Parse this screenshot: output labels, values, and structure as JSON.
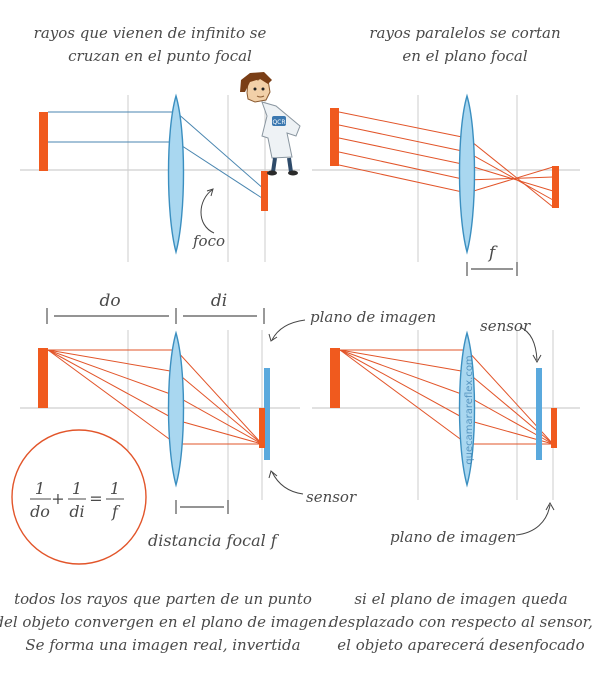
{
  "captions": {
    "top_left": [
      "rayos que vienen de infinito se",
      "cruzan en el punto focal"
    ],
    "top_right": [
      "rayos paralelos se cortan",
      "en el plano focal"
    ],
    "bottom_left": [
      "todos los rayos que parten de un punto",
      "del objeto convergen en el plano de imagen.",
      "Se forma una imagen real, invertida"
    ],
    "bottom_right": [
      "si el plano de imagen queda",
      "desplazado con respecto al sensor,",
      "el objeto aparecerá desenfocado"
    ]
  },
  "labels": {
    "foco": "foco",
    "f": "f",
    "do": "do",
    "di": "di",
    "plano_imagen_left": "plano de imagen",
    "sensor_left": "sensor",
    "distancia_focal": "distancia focal f",
    "sensor_right": "sensor",
    "plano_imagen_right": "plano de imagen",
    "watermark": "quecamarareflex.com",
    "mascot_badge": "QCR"
  },
  "formula": {
    "term1_num": "1",
    "term1_den": "do",
    "plus": "+",
    "term2_num": "1",
    "term2_den": "di",
    "equals": "=",
    "rhs_num": "1",
    "rhs_den": "f"
  },
  "colors": {
    "object": "#f05a1e",
    "ray_red": "#e2552a",
    "ray_blue": "#4a86b0",
    "lens": "#a9d7f0",
    "sensor": "#5aa9dd",
    "circle": "#e2552a"
  }
}
